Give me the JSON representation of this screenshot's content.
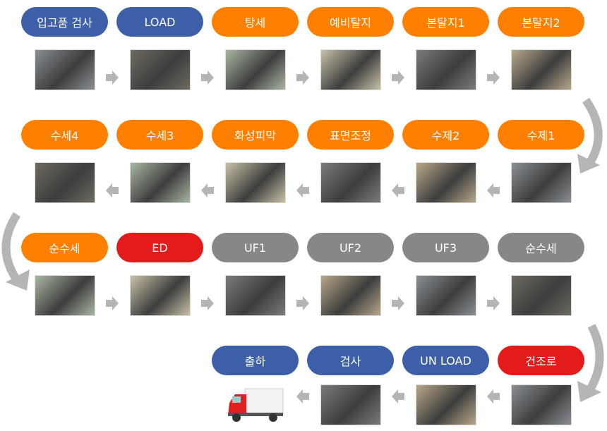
{
  "colors": {
    "blue": "#3d5fa8",
    "orange": "#ff7f00",
    "red": "#e31b1b",
    "gray": "#878787",
    "arrow": "#b5b5b5"
  },
  "rows": [
    {
      "steps": [
        {
          "label": "입고품 검사",
          "color": "blue"
        },
        {
          "label": "LOAD",
          "color": "blue"
        },
        {
          "label": "탕세",
          "color": "orange"
        },
        {
          "label": "예비탈지",
          "color": "orange"
        },
        {
          "label": "본탈지1",
          "color": "orange"
        },
        {
          "label": "본탈지2",
          "color": "orange"
        }
      ]
    },
    {
      "steps": [
        {
          "label": "수세4",
          "color": "orange"
        },
        {
          "label": "수세3",
          "color": "orange"
        },
        {
          "label": "화성피막",
          "color": "orange"
        },
        {
          "label": "표면조정",
          "color": "orange"
        },
        {
          "label": "수제2",
          "color": "orange"
        },
        {
          "label": "수제1",
          "color": "orange"
        }
      ]
    },
    {
      "steps": [
        {
          "label": "순수세",
          "color": "orange"
        },
        {
          "label": "ED",
          "color": "red"
        },
        {
          "label": "UF1",
          "color": "gray"
        },
        {
          "label": "UF2",
          "color": "gray"
        },
        {
          "label": "UF3",
          "color": "gray"
        },
        {
          "label": "순수세",
          "color": "gray"
        }
      ]
    },
    {
      "steps": [
        {
          "label": "출하",
          "color": "blue"
        },
        {
          "label": "검사",
          "color": "blue"
        },
        {
          "label": "UN LOAD",
          "color": "blue"
        },
        {
          "label": "건조로",
          "color": "red"
        }
      ]
    }
  ]
}
